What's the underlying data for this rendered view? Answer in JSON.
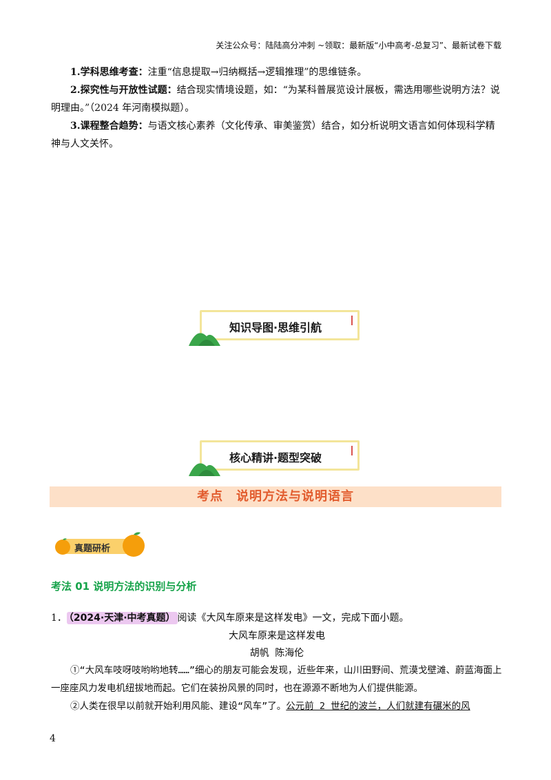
{
  "header": {
    "note": "关注公众号：陆陆高分冲刺 ~领取：最新版“小中高考-总复习”、最新试卷下载"
  },
  "points": [
    {
      "title": "1.学科思维考查：",
      "text": "注重“信息提取→归纳概括→逻辑推理”的思维链条。"
    },
    {
      "title": "2.探究性与开放性试题：",
      "text": "结合现实情境设题，如：“为某科普展览设计展板，需选用哪些说明方法？说明理由。”（2024 年河南模拟题）。"
    },
    {
      "title": "3.课程整合趋势：",
      "text": "与语文核心素养（文化传承、审美鉴赏）结合，如分析说明文语言如何体现科学精神与人文关怀。"
    }
  ],
  "banners": {
    "mindmap": "知识导图·思维引航",
    "core": "核心精讲·题型突破"
  },
  "section": {
    "title": "考点　说明方法与说明语言"
  },
  "pill": {
    "label": "真题研析"
  },
  "kaofa": {
    "title": "考法 01 说明方法的识别与分析"
  },
  "question": {
    "number": "1．",
    "source": "（2024·天津·中考真题）",
    "prompt": "阅读《大风车原来是这样发电》一文，完成下面小题。",
    "article_title": "大风车原来是这样发电",
    "authors": "胡帆 陈海伦",
    "p1": "①“大风车吱呀吱哟哟地转……”细心的朋友可能会发现，近些年来，山川田野间、荒漠戈壁滩、蔚蓝海面上一座座风力发电机纽拔地而起。它们在装扮风景的同时，也在源源不断地为人们提供能源。",
    "p2_start": "②人类在很早以前就开始利用风能、建设“风车”了。",
    "p2_underlined": "公元前 2 世纪的波兰，人们就建有碾米的风"
  },
  "page_number": "4",
  "colors": {
    "section_bg": "#fde0c8",
    "section_text": "#e25c2e",
    "kaofa": "#16a34a",
    "tag_bg": "#ecc8f0",
    "pill": "#fbd06b"
  }
}
